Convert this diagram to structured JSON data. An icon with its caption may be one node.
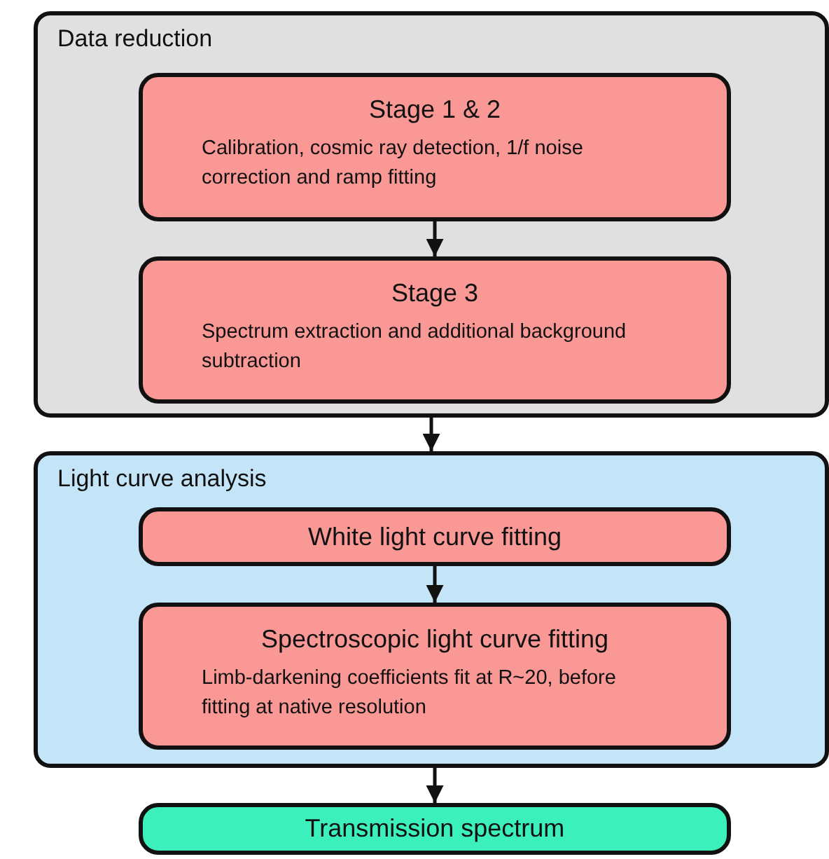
{
  "diagram": {
    "nodes": [
      {
        "text": [
          "Data reduction"
        ]
      },
      {
        "text": [
          "Stage 1 & 2",
          "Calibration, cosmic ray detection, 1/f noise correction and ramp fitting"
        ],
        "in": 0
      },
      {
        "text": [
          "Stage 3",
          "Spectrum extraction and additional background subtraction"
        ],
        "in": 0
      },
      {
        "text": [
          "Light curve analysis"
        ]
      },
      {
        "text": [
          "White light curve fitting"
        ],
        "in": 3
      },
      {
        "text": [
          "Spectroscopic light curve fitting",
          "Limb-darkening coefficients fit at R~20, before fitting at native resolution"
        ],
        "in": 3
      },
      {
        "text": [
          "Transmission spectrum"
        ]
      }
    ],
    "edges": [
      {
        "from": 1,
        "to": 2,
        "arrow": "to"
      },
      {
        "from": 0,
        "to": 3,
        "arrow": "to"
      },
      {
        "from": 4,
        "to": 5,
        "arrow": "to"
      },
      {
        "from": 3,
        "to": 6,
        "arrow": "to"
      }
    ]
  }
}
